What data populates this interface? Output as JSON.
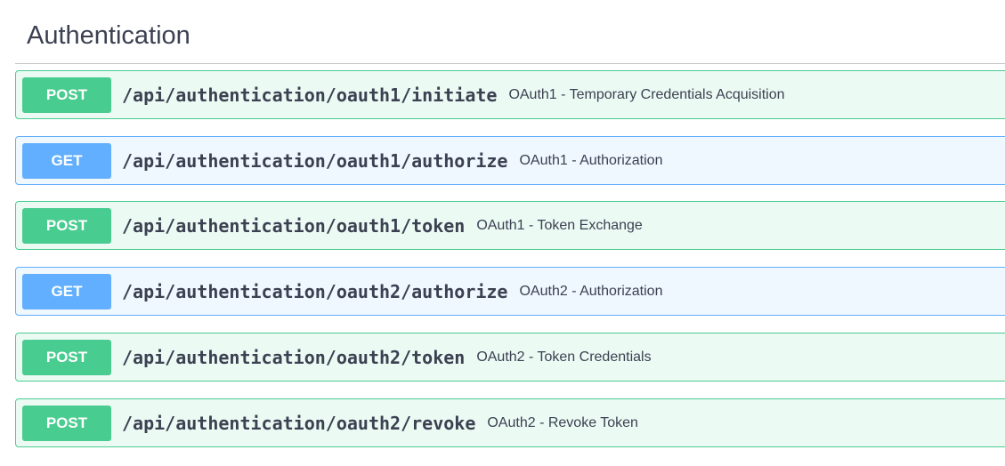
{
  "section": {
    "title": "Authentication"
  },
  "colors": {
    "post": "#49cc90",
    "get": "#61affe",
    "text": "#3b4151"
  },
  "operations": [
    {
      "method": "POST",
      "path": "/api/authentication/oauth1/initiate",
      "summary": "OAuth1 - Temporary Credentials Acquisition"
    },
    {
      "method": "GET",
      "path": "/api/authentication/oauth1/authorize",
      "summary": "OAuth1 - Authorization"
    },
    {
      "method": "POST",
      "path": "/api/authentication/oauth1/token",
      "summary": "OAuth1 - Token Exchange"
    },
    {
      "method": "GET",
      "path": "/api/authentication/oauth2/authorize",
      "summary": "OAuth2 - Authorization"
    },
    {
      "method": "POST",
      "path": "/api/authentication/oauth2/token",
      "summary": "OAuth2 - Token Credentials"
    },
    {
      "method": "POST",
      "path": "/api/authentication/oauth2/revoke",
      "summary": "OAuth2 - Revoke Token"
    }
  ]
}
